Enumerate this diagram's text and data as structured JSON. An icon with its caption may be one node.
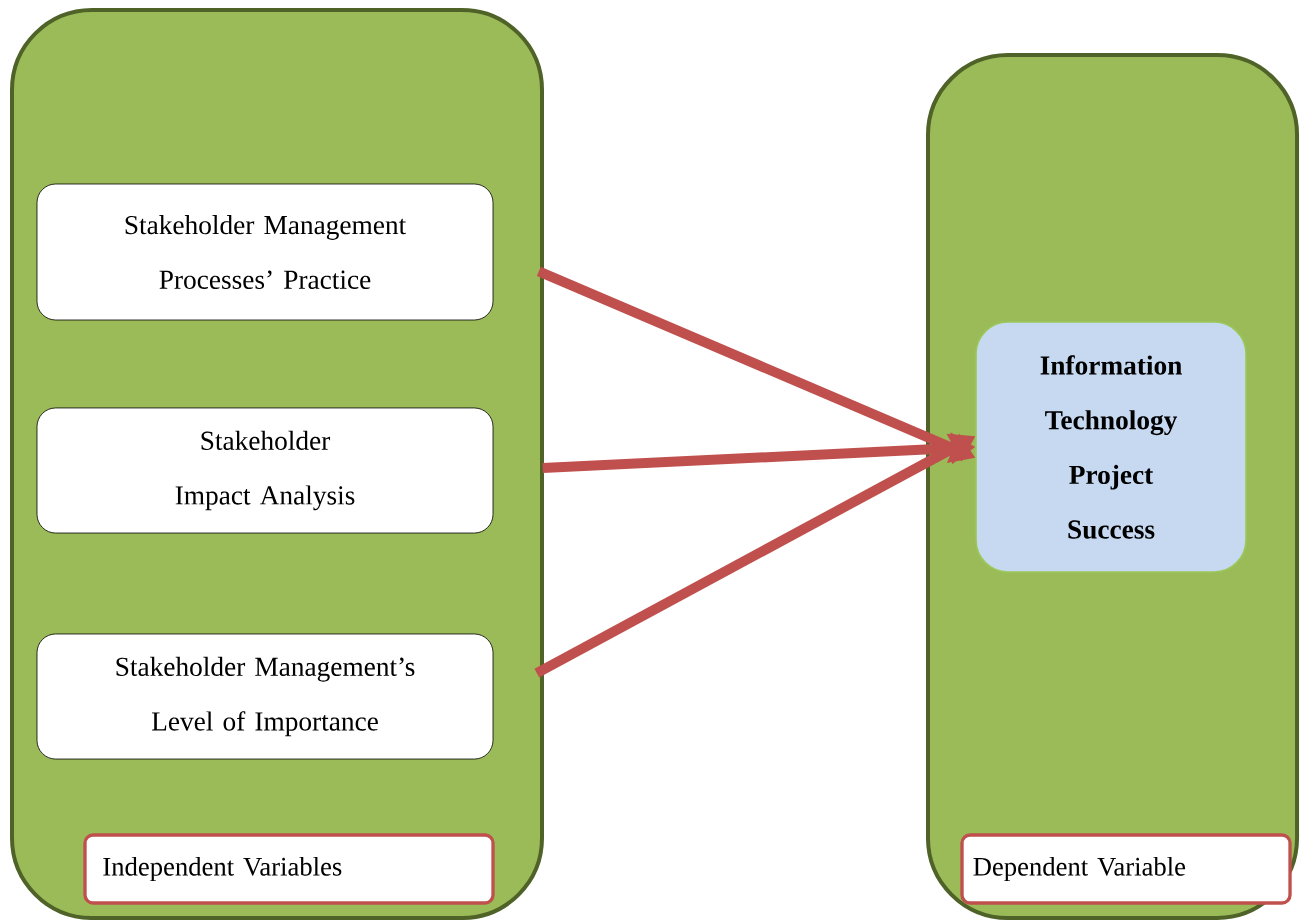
{
  "diagram": {
    "nodes": [
      {
        "text": [],
        "shape": "box"
      },
      {
        "text": [
          "Stakeholder Management Processes’ Practice"
        ],
        "in": 0
      },
      {
        "text": [
          "Stakeholder Impact Analysis"
        ],
        "in": 0
      },
      {
        "text": [
          "Stakeholder Management’s Level of Importance"
        ],
        "in": 0
      },
      {
        "text": [
          "Independent Variables"
        ],
        "in": 0
      },
      {
        "text": [],
        "shape": "box"
      },
      {
        "text": [
          "Information Technology Project Success"
        ],
        "in": 5
      },
      {
        "text": [
          "Dependent Variable"
        ],
        "in": 5
      }
    ],
    "edges": [
      {
        "from": 1,
        "to": 6,
        "arrow": "to"
      },
      {
        "from": 2,
        "to": 6,
        "arrow": "to"
      },
      {
        "from": 3,
        "to": 6,
        "arrow": "to"
      }
    ]
  }
}
